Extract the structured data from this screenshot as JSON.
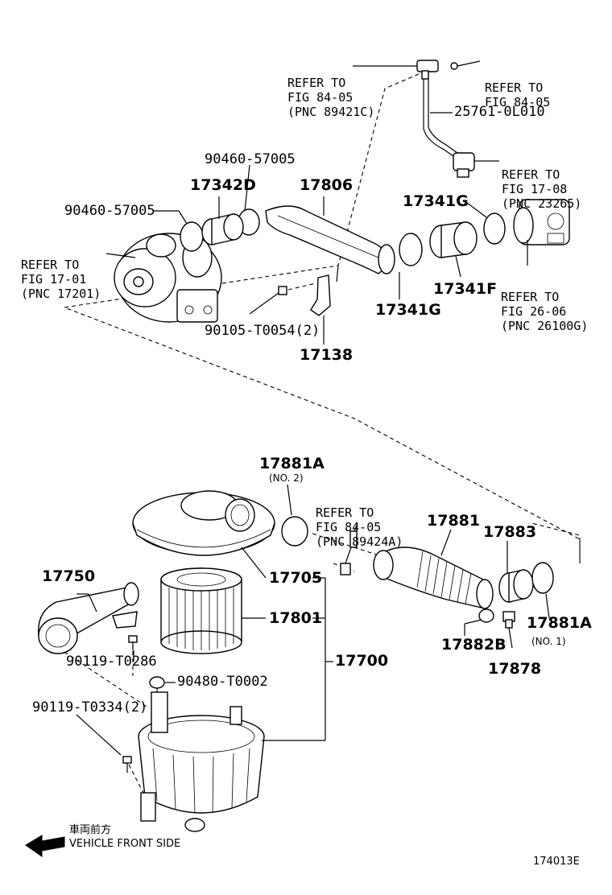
{
  "refs": {
    "ref_8405_a": [
      "REFER TO",
      "FIG 84-05",
      "(PNC 89421C)"
    ],
    "ref_8405_b": [
      "REFER TO",
      "FIG 84-05"
    ],
    "ref_1708": [
      "REFER TO",
      "FIG 17-08",
      "(PNC 23265)"
    ],
    "ref_1701": [
      "REFER TO",
      "FIG 17-01",
      "(PNC 17201)"
    ],
    "ref_2606": [
      "REFER TO",
      "FIG 26-06",
      "(PNC 26100G)"
    ],
    "ref_8405_c": [
      "REFER TO",
      "FIG 84-05",
      "(PNC 89424A)"
    ]
  },
  "parts": {
    "p25761": "25761-0L010",
    "p90460a": "90460-57005",
    "p90460b": "90460-57005",
    "p17342D": "17342D",
    "p17806": "17806",
    "p17341G_top": "17341G",
    "p17341G_bot": "17341G",
    "p17341F": "17341F",
    "p90105": "90105-T0054(2)",
    "p17138": "17138",
    "p17881A_top": "17881A",
    "p17881A_top_note": "(NO. 2)",
    "p17881": "17881",
    "p17883": "17883",
    "p17750": "17750",
    "p17705": "17705",
    "p17801": "17801",
    "p17700": "17700",
    "p90119a": "90119-T0286",
    "p90480": "90480-T0002",
    "p90119b": "90119-T0334(2)",
    "p17882B": "17882B",
    "p17878": "17878",
    "p17881A_bot": "17881A",
    "p17881A_bot_note": "(NO. 1)"
  },
  "footer": {
    "direction_jp": "車両前方",
    "direction_en": "VEHICLE FRONT SIDE",
    "figure_id": "174013E"
  }
}
